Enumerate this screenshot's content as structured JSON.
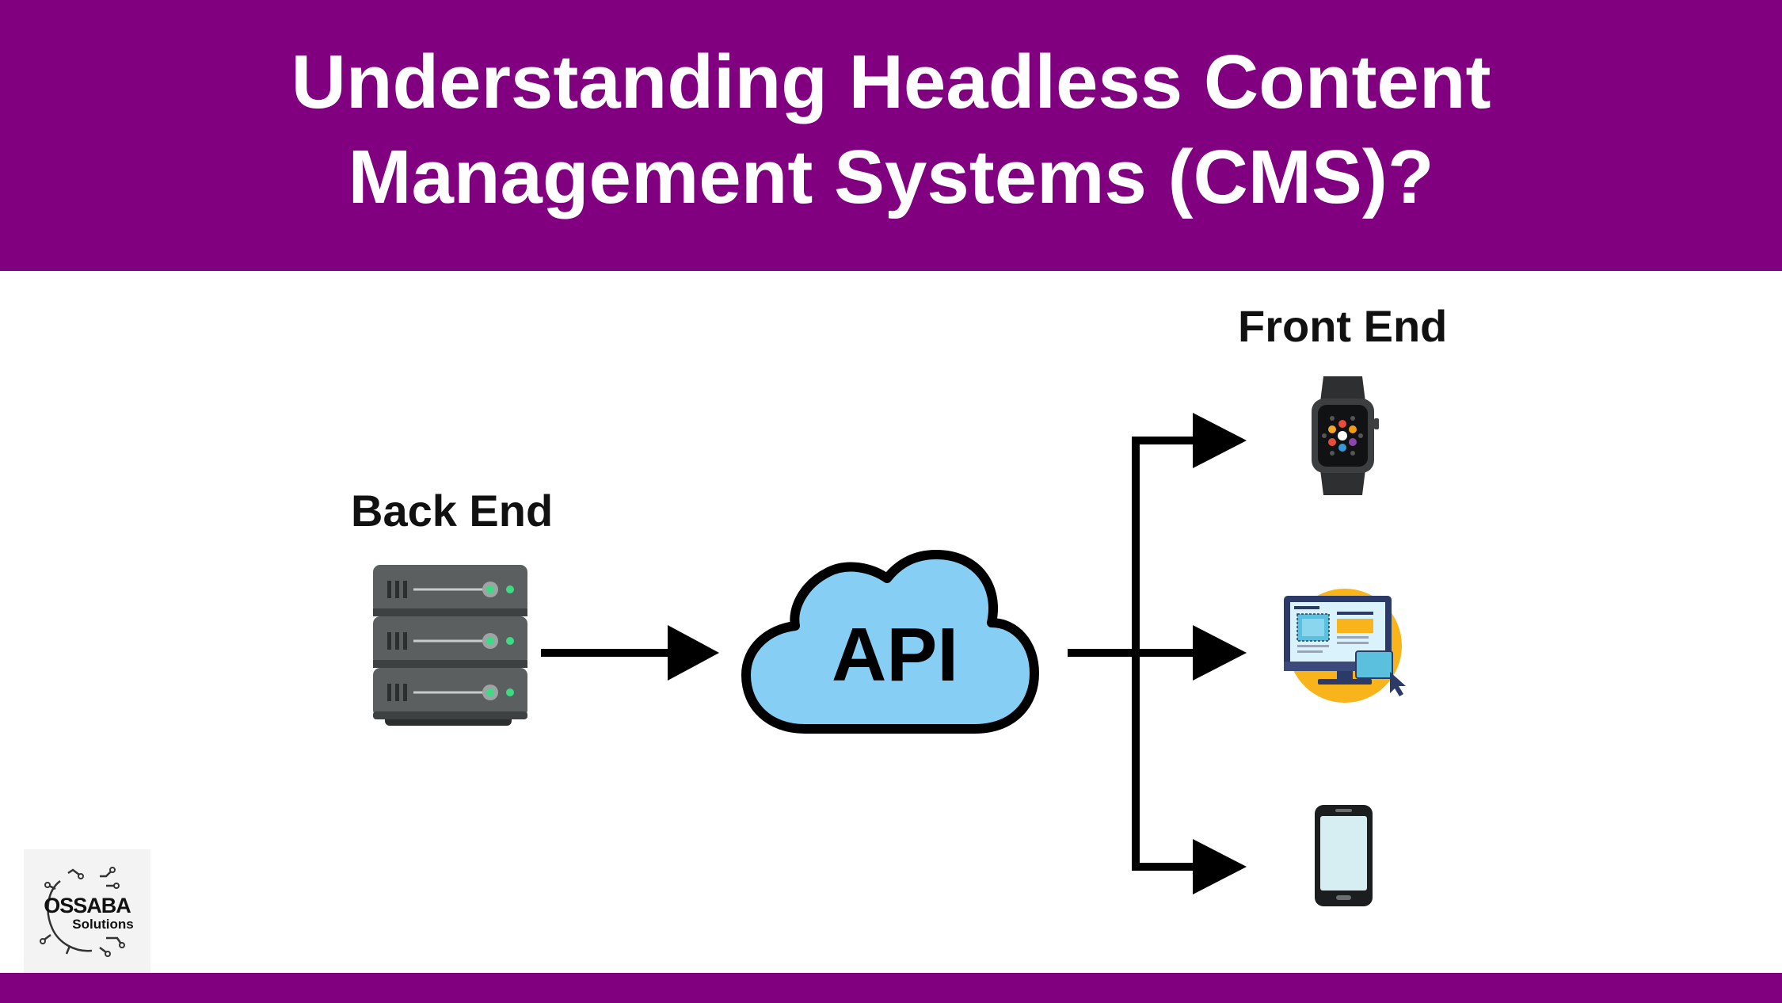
{
  "header": {
    "title_line_1": "Understanding Headless Content",
    "title_line_2": "Management Systems (CMS)?",
    "band_color": "#800080"
  },
  "diagram": {
    "back_end_label": "Back End",
    "front_end_label": "Front End",
    "api_label": "API",
    "cloud_color": "#87CEF5",
    "server_color": "#5a5e5f",
    "front_end_devices": [
      "watch-icon",
      "desktop-monitor-icon",
      "smartphone-icon"
    ]
  },
  "logo": {
    "name": "OSSABA",
    "subtitle": "Solutions"
  }
}
